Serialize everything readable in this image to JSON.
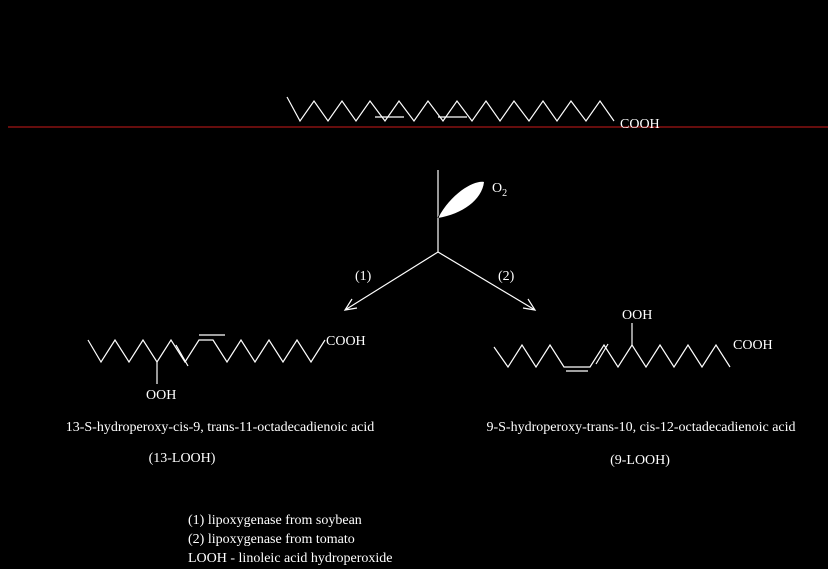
{
  "colors": {
    "background": "#000000",
    "bond": "#ffffff",
    "divider": "#cc1a1a"
  },
  "reactant": {
    "acid_group": "COOH"
  },
  "oxygen": {
    "symbol": "O",
    "subscript": "2"
  },
  "pathways": [
    {
      "marker": "(1)"
    },
    {
      "marker": "(2)"
    }
  ],
  "products": [
    {
      "acid_group": "COOH",
      "hydroperoxy_group": "OOH",
      "name": "13-S-hydroperoxy-cis-9, trans-11-octadecadienoic acid",
      "abbreviation": "(13-LOOH)"
    },
    {
      "acid_group": "COOH",
      "hydroperoxy_group": "OOH",
      "name": "9-S-hydroperoxy-trans-10, cis-12-octadecadienoic acid",
      "abbreviation": "(9-LOOH)"
    }
  ],
  "legend": [
    "(1) lipoxygenase from soybean",
    "(2) lipoxygenase from tomato",
    "LOOH - linoleic acid hydroperoxide"
  ]
}
